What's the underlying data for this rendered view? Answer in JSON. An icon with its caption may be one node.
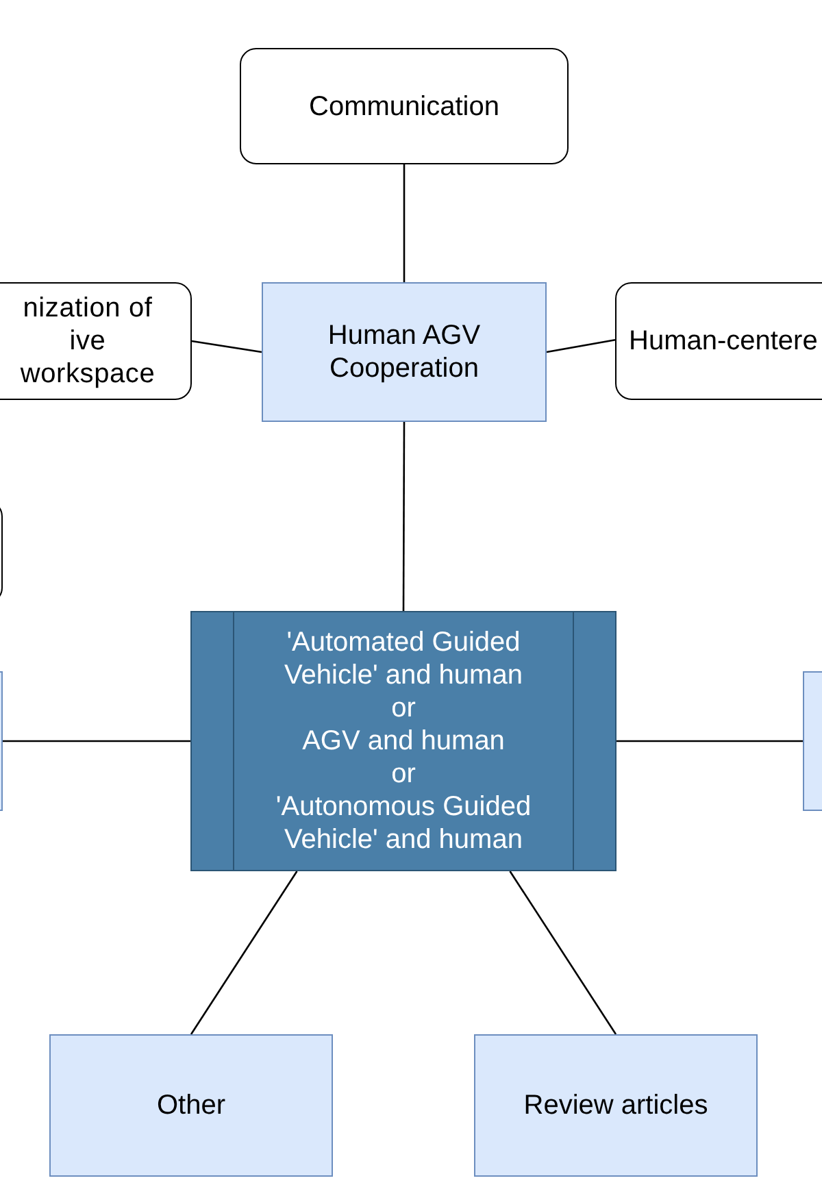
{
  "diagram": {
    "nodes": [
      {
        "text": [
          "Communication"
        ]
      },
      {
        "text": [
          "nization of ive workspace"
        ]
      },
      {
        "text": [
          "Human AGV Cooperation"
        ]
      },
      {
        "text": [
          "Human-centere"
        ]
      },
      {
        "text": [],
        "shape": "box"
      },
      {
        "text": [],
        "shape": "box"
      },
      {
        "text": [
          "'Automated Guided Vehicle' and human",
          "or",
          "AGV and human",
          "or",
          "'Autonomous Guided Vehicle' and human"
        ]
      },
      {
        "text": [],
        "shape": "box"
      },
      {
        "text": [
          "Other"
        ]
      },
      {
        "text": [
          "Review articles"
        ]
      }
    ],
    "edges": [
      {
        "from": 0,
        "to": 2,
        "arrow": "none"
      },
      {
        "from": 1,
        "to": 2,
        "arrow": "none"
      },
      {
        "from": 2,
        "to": 3,
        "arrow": "none"
      },
      {
        "from": 2,
        "to": 6,
        "arrow": "none"
      },
      {
        "from": 5,
        "to": 6,
        "arrow": "none"
      },
      {
        "from": 6,
        "to": 7,
        "arrow": "none"
      },
      {
        "from": 6,
        "to": 8,
        "arrow": "none"
      },
      {
        "from": 6,
        "to": 9,
        "arrow": "none"
      }
    ]
  }
}
